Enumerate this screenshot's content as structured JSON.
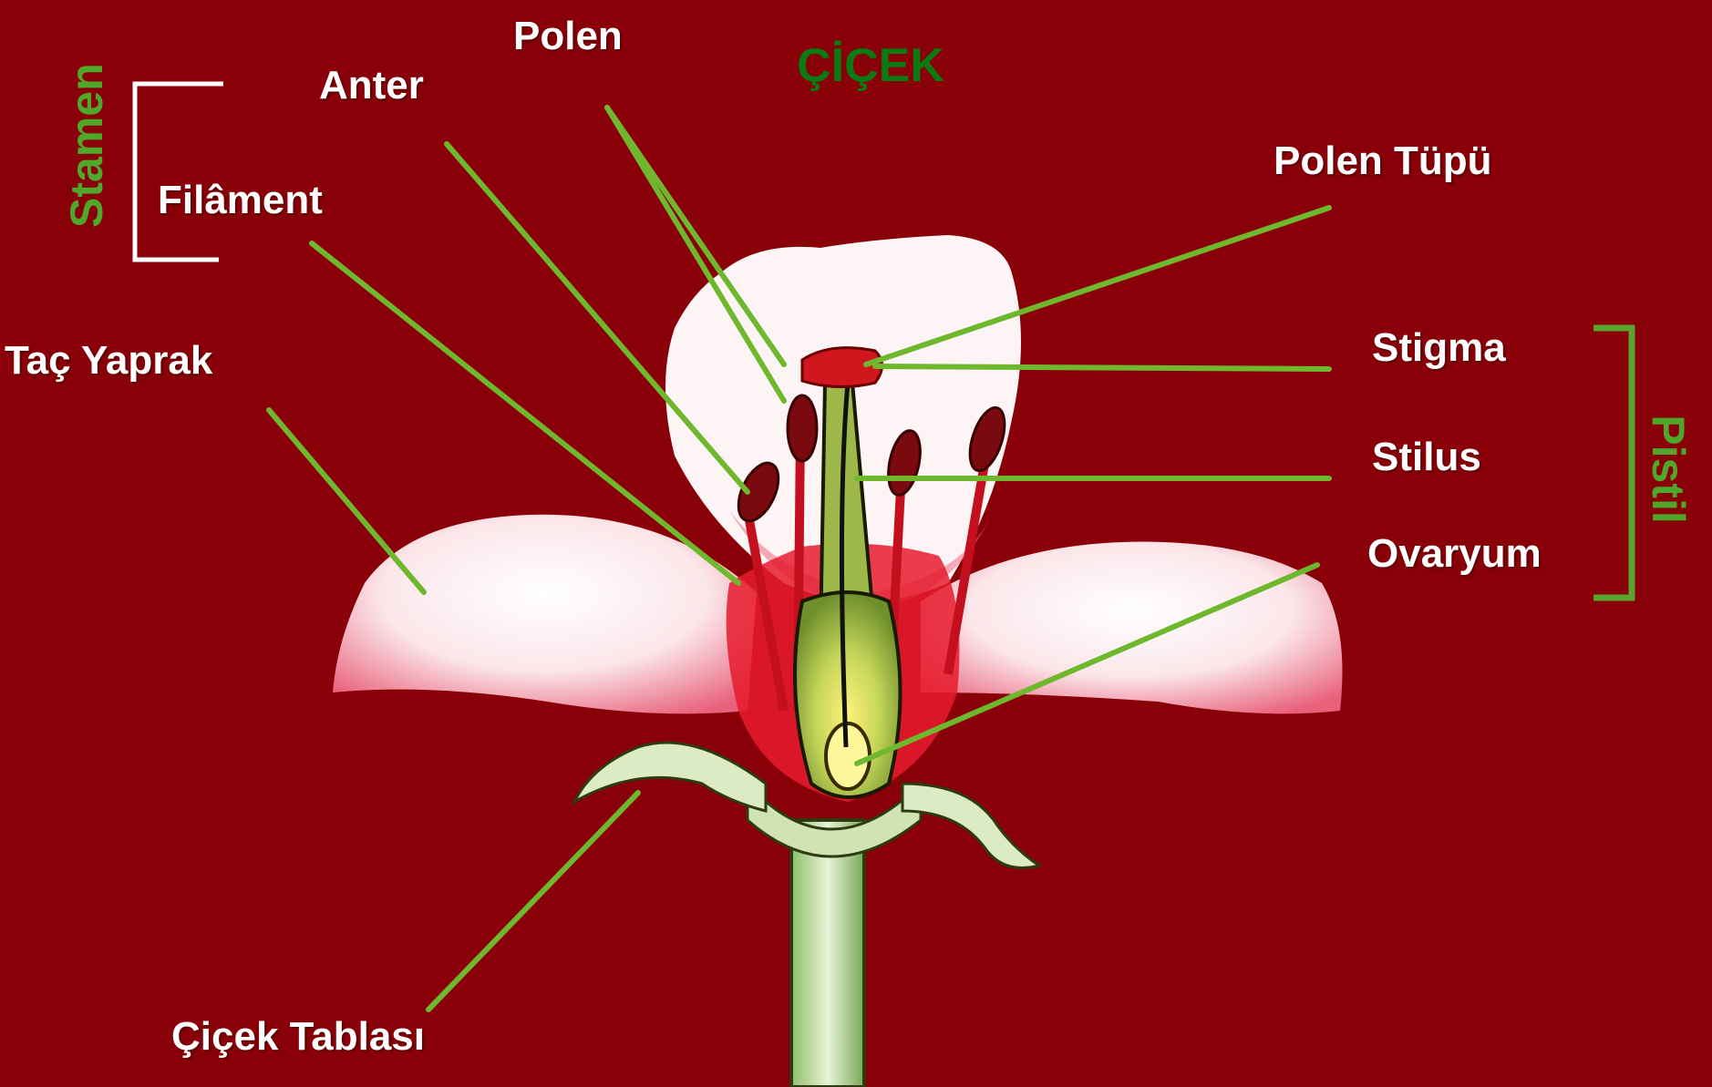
{
  "title": "ÇİÇEK",
  "groups": {
    "stamen": "Stamen",
    "pistil": "Pistil"
  },
  "labels": {
    "polen": "Polen",
    "anter": "Anter",
    "filament": "Filâment",
    "tac_yaprak": "Taç Yaprak",
    "polen_tupu": "Polen Tüpü",
    "stigma": "Stigma",
    "stilus": "Stilus",
    "ovaryum": "Ovaryum",
    "cicek_tablasi": "Çiçek Tablası"
  },
  "colors": {
    "background": "#8a0008",
    "leader_line": "#6fb82e",
    "label_text": "#ffffff",
    "group_text": "#4fa82a",
    "title_text": "#0a7a12",
    "petal": "#ffffff",
    "petal_tint": "#e8607a"
  }
}
